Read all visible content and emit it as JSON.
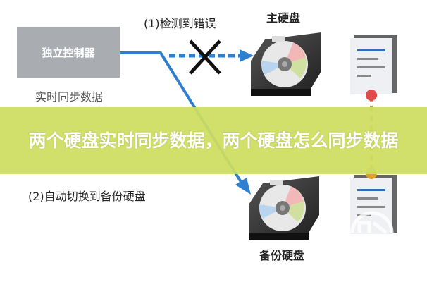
{
  "controller": {
    "label": "独立控制器"
  },
  "step1": {
    "label": "(1)检测到错误"
  },
  "step2": {
    "label": "(2)自动切换到备份硬盘"
  },
  "step3": {
    "label": "实时同步数据"
  },
  "primary_disk": {
    "label": "主硬盘"
  },
  "backup_disk": {
    "label": "备份硬盘"
  },
  "banner": {
    "title": "两个硬盘实时同步数据，两个硬盘怎么同步数据"
  },
  "colors": {
    "line": "#2f7fd0",
    "banner": "#cdde5f",
    "sync_dot_top": "#e04a4a",
    "sync_dot_bottom": "#e0a030",
    "sync_line": "#d4a050"
  }
}
